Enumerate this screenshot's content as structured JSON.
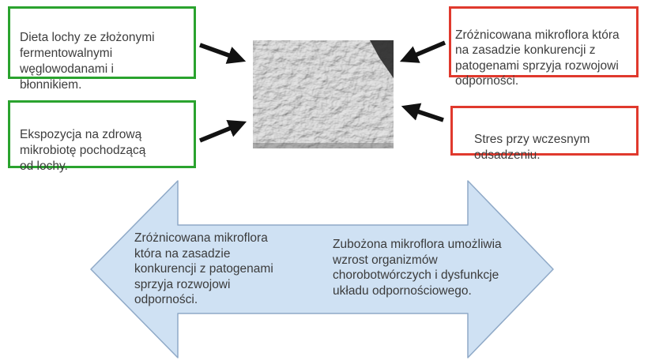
{
  "colors": {
    "green_border": "#2aa32e",
    "red_border": "#e0392d",
    "big_arrow_fill": "#cfe1f3",
    "big_arrow_stroke": "#8fa9c7",
    "black_arrow": "#121212",
    "text": "#3d3d3d",
    "background": "#ffffff"
  },
  "boxes": {
    "sow_diet": {
      "text": "Dieta lochy ze złożonymi\nfermentowalnymi\nwęglowodanami i\nbłonnikiem.",
      "border_color": "green"
    },
    "exposure": {
      "text": "Ekspozycja na zdrową\nmikrobiotę pochodzącą\nod lochy.",
      "border_color": "green"
    },
    "diverse_microflora": {
      "text": "Zróżnicowana mikroflora która\nna zasadzie konkurencji z\npatogenami sprzyja rozwojowi\nodporności.",
      "border_color": "red"
    },
    "weaning_stress": {
      "text": "Stres przy wczesnym\nodsadzeniu.",
      "border_color": "red"
    }
  },
  "center_image": {
    "description": "electron-micrograph of clustered gut bacteria (gray SEM photo)"
  },
  "bottom_arrow": {
    "left_text": "Zróżnicowana mikroflora\nktóra na zasadzie\nkonkurencji z patogenami\nsprzyja rozwojowi\nodporności.",
    "right_text": "Zubożona mikroflora umożliwia\nwzrost organizmów\nchorobotwórczych i dysfunkcje\nukładu odpornościowego."
  }
}
